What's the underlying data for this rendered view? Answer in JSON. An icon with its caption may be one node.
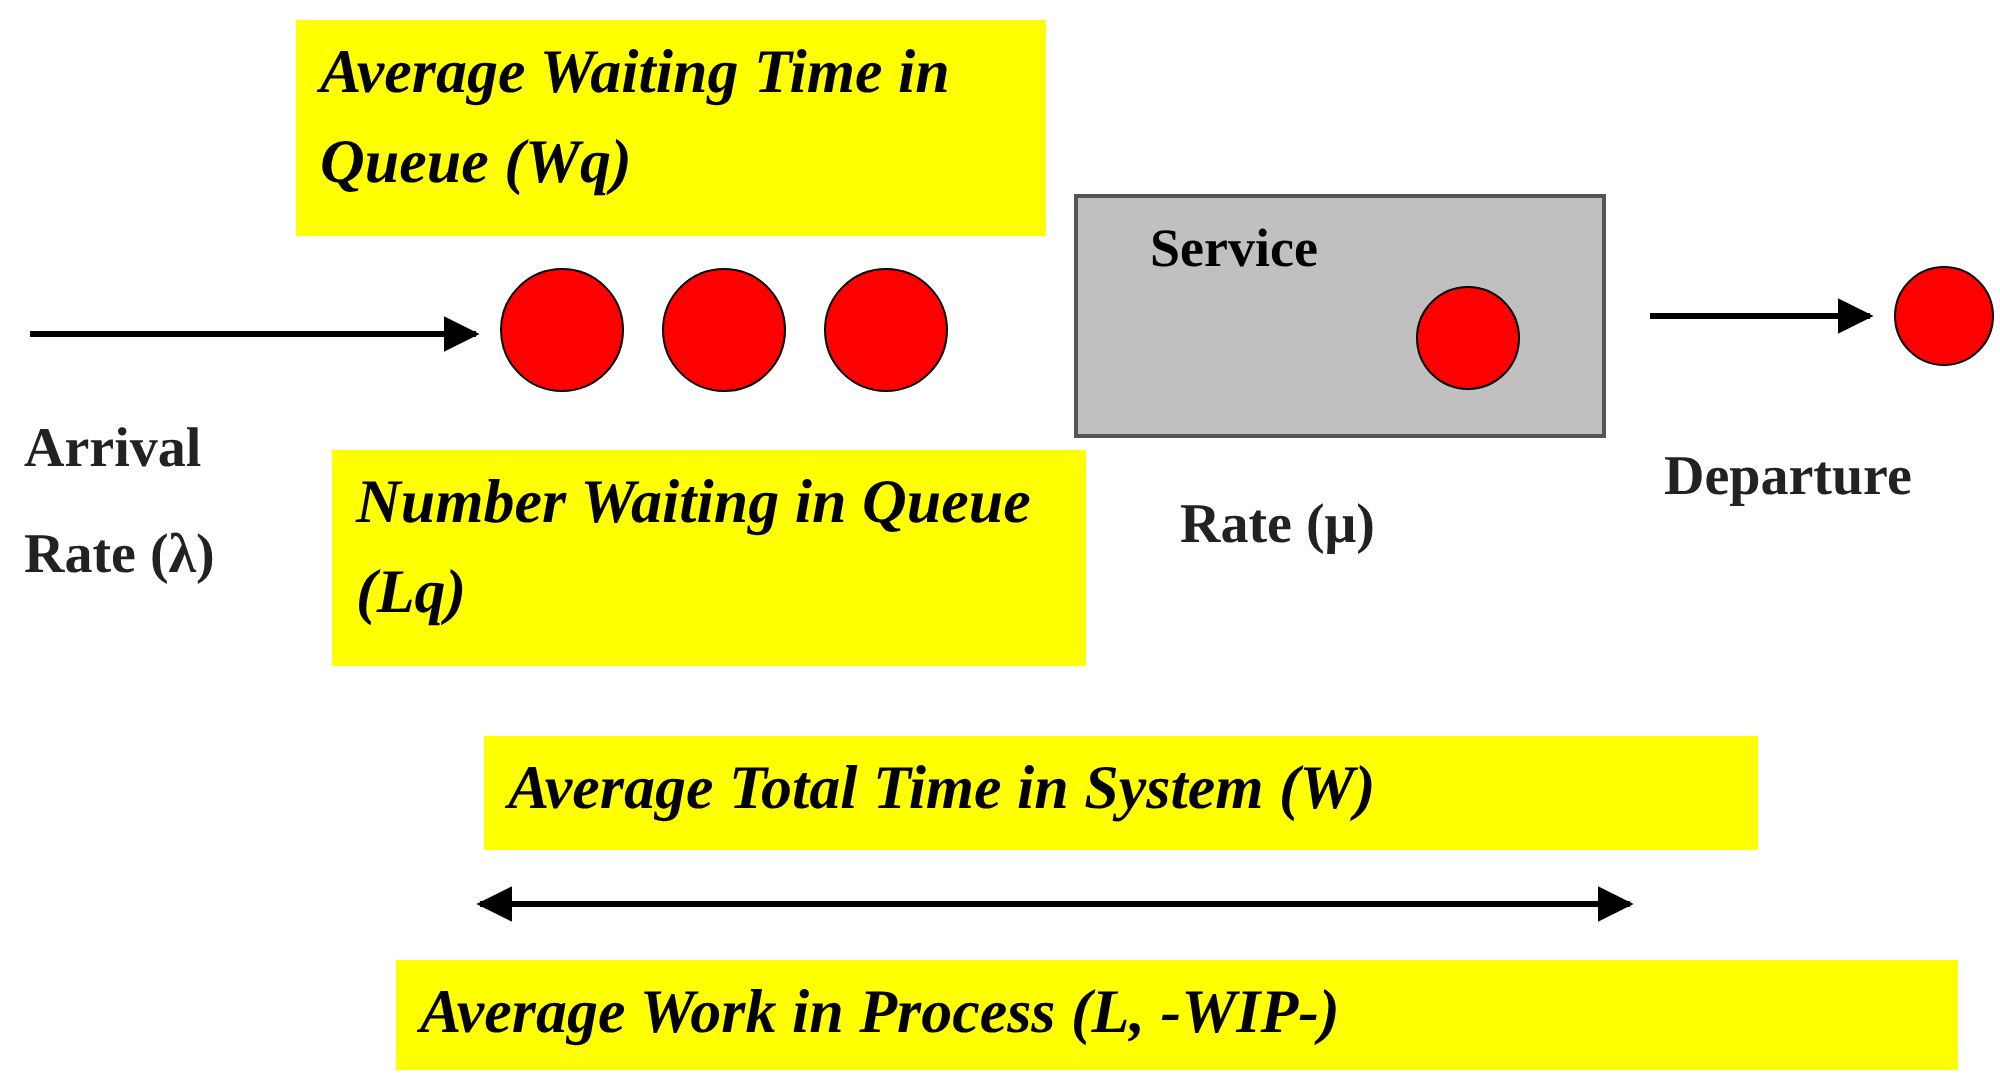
{
  "diagram": {
    "nodes": [
      {
        "text": [
          "Average Waiting Time in Queue (Wq)"
        ]
      },
      {
        "text": [],
        "shape": "circle"
      },
      {
        "text": [],
        "shape": "circle"
      },
      {
        "text": [],
        "shape": "circle"
      },
      {
        "text": [
          "Service"
        ]
      },
      {
        "text": [],
        "shape": "circle",
        "in": 4
      },
      {
        "text": [],
        "shape": "circle"
      },
      {
        "text": [
          "Number Waiting in Queue (Lq)"
        ]
      },
      {
        "text": [
          "Average Total Time in System (W)"
        ]
      },
      {
        "text": [
          "Average Work in Process (L, -WIP-)"
        ]
      }
    ],
    "edges": [
      {
        "from": null,
        "to": 1,
        "arrow": "to"
      },
      {
        "from": 4,
        "to": 6,
        "arrow": "to"
      }
    ],
    "labels": [
      "Arrival Rate (λ)",
      "Rate (μ)",
      "Departure"
    ]
  }
}
